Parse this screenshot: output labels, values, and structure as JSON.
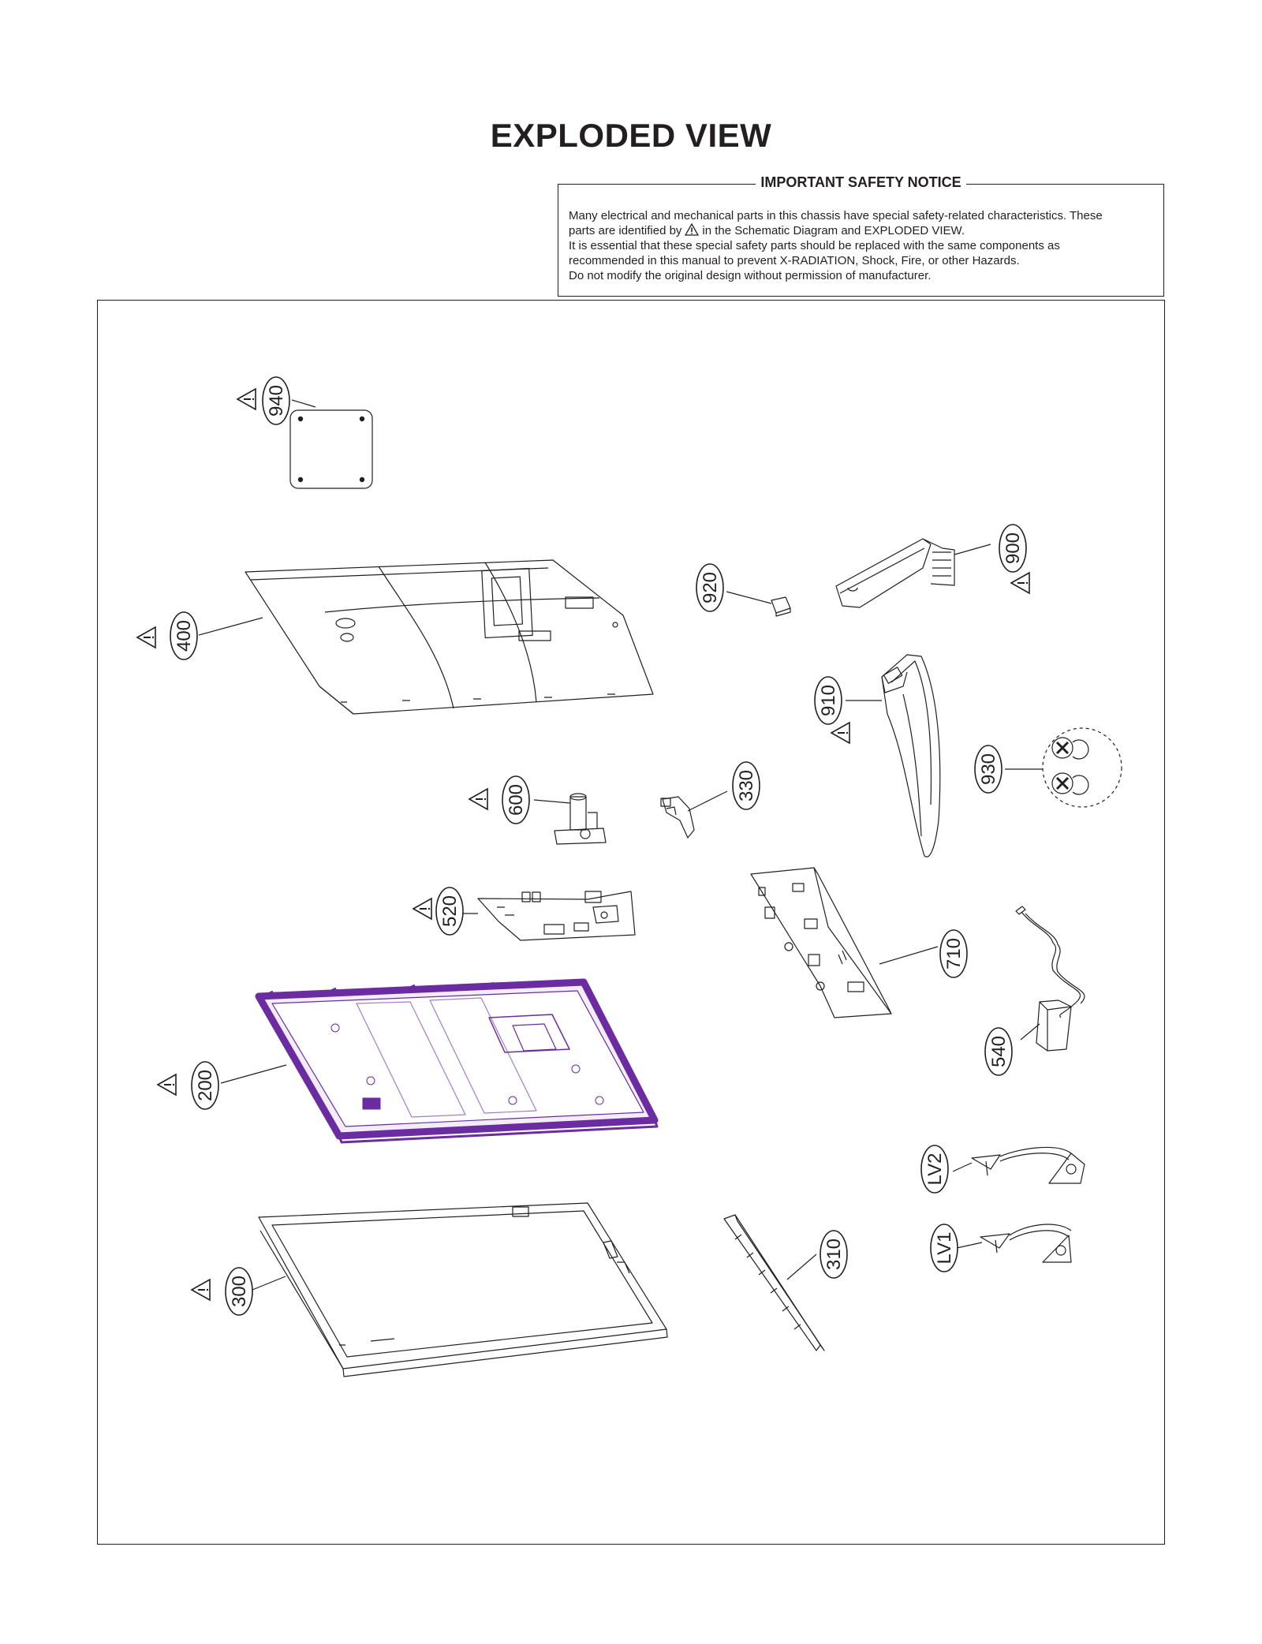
{
  "page": {
    "title": "EXPLODED VIEW"
  },
  "safety_notice": {
    "title": "IMPORTANT SAFETY NOTICE",
    "line1": "Many electrical and mechanical parts in this chassis have special safety-related characteristics. These",
    "line2_before": "parts are identified by",
    "line2_after": "in the Schematic Diagram and EXPLODED VIEW.",
    "line3": "It is essential that these special safety parts should be replaced with the same components as",
    "line4": "recommended in this manual to prevent X-RADIATION, Shock, Fire, or other Hazards.",
    "line5": "Do not modify the original design without permission of manufacturer."
  },
  "parts": [
    {
      "id": "940",
      "label": "940",
      "safety": true
    },
    {
      "id": "400",
      "label": "400",
      "safety": true
    },
    {
      "id": "920",
      "label": "920",
      "safety": false
    },
    {
      "id": "900",
      "label": "900",
      "safety": true
    },
    {
      "id": "910",
      "label": "910",
      "safety": true
    },
    {
      "id": "930",
      "label": "930",
      "safety": false
    },
    {
      "id": "600",
      "label": "600",
      "safety": true
    },
    {
      "id": "330",
      "label": "330",
      "safety": false
    },
    {
      "id": "520",
      "label": "520",
      "safety": true
    },
    {
      "id": "710",
      "label": "710",
      "safety": false
    },
    {
      "id": "540",
      "label": "540",
      "safety": false
    },
    {
      "id": "200",
      "label": "200",
      "safety": true
    },
    {
      "id": "LV2",
      "label": "LV2",
      "safety": false
    },
    {
      "id": "LV1",
      "label": "LV1",
      "safety": false
    },
    {
      "id": "310",
      "label": "310",
      "safety": false
    },
    {
      "id": "300",
      "label": "300",
      "safety": true
    }
  ],
  "colors": {
    "line": "#231f20",
    "module_accent": "#6a2ca0",
    "module_fill": "#c9b2e3"
  }
}
